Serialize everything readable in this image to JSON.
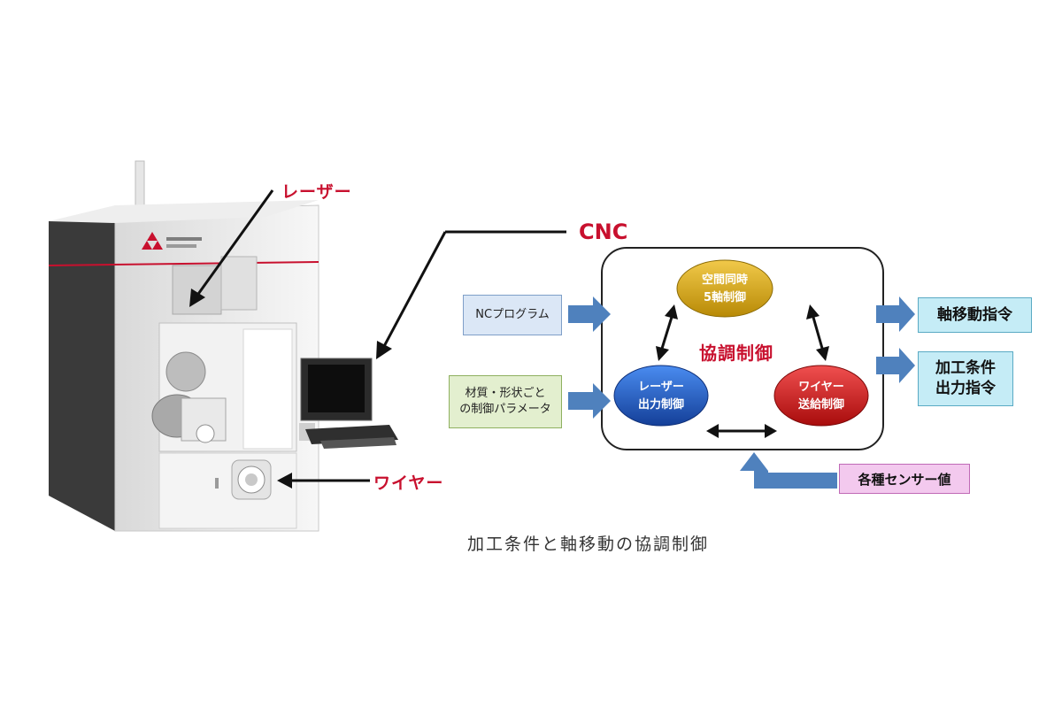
{
  "callouts": {
    "laser": "レーザー",
    "wire": "ワイヤー",
    "cnc": "CNC"
  },
  "inputs": {
    "nc_program": "NCプログラム",
    "material_params_line1": "材質・形状ごと",
    "material_params_line2": "の制御パラメータ"
  },
  "nodes": {
    "spatial_line1": "空間同時",
    "spatial_line2": "5軸制御",
    "laser_line1": "レーザー",
    "laser_line2": "出力制御",
    "wire_line1": "ワイヤー",
    "wire_line2": "送給制御"
  },
  "center_title": "協調制御",
  "outputs": {
    "axis_move": "軸移動指令",
    "process_line1": "加工条件",
    "process_line2": "出力指令"
  },
  "sensor": "各種センサー値",
  "caption": "加工条件と軸移動の協調制御",
  "colors": {
    "accent_red": "#c8102e",
    "node_gold": "#d6a514",
    "node_blue": "#1f5fc4",
    "node_red": "#d42020",
    "arrow_blue": "#4f81bd"
  }
}
